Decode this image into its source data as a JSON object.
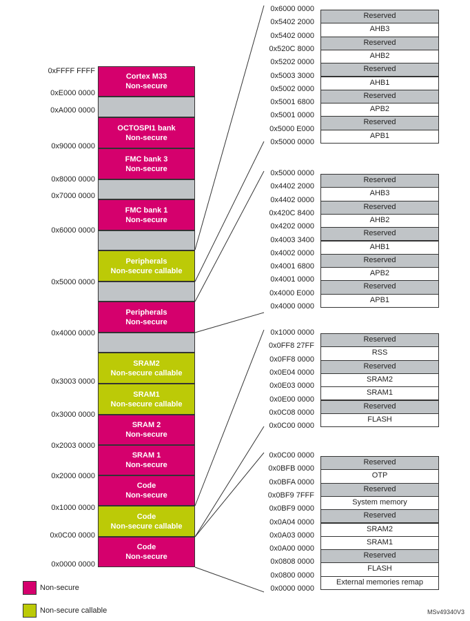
{
  "left_addresses": [
    "0xFFFF FFFF",
    "0xE000 0000",
    "0xA000 0000",
    "0x9000 0000",
    "0x8000 0000",
    "0x7000 0000",
    "0x6000 0000",
    "0x5000 0000",
    "0x4000 0000",
    "0x3003 0000",
    "0x3000 0000",
    "0x2003 0000",
    "0x2000 0000",
    "0x1000 0000",
    "0x0C00 0000",
    "0x0000 0000"
  ],
  "memory_blocks": [
    {
      "line1": "Cortex M33",
      "line2": "Non-secure",
      "kind": "ns"
    },
    {
      "line1": "",
      "line2": "",
      "kind": "gap"
    },
    {
      "line1": "OCTOSPI1 bank",
      "line2": "Non-secure",
      "kind": "ns"
    },
    {
      "line1": "FMC bank 3",
      "line2": "Non-secure",
      "kind": "ns"
    },
    {
      "line1": "",
      "line2": "",
      "kind": "gap"
    },
    {
      "line1": "FMC bank 1",
      "line2": "Non-secure",
      "kind": "ns"
    },
    {
      "line1": "",
      "line2": "",
      "kind": "gap"
    },
    {
      "line1": "Peripherals",
      "line2": "Non-secure callable",
      "kind": "nsc"
    },
    {
      "line1": "",
      "line2": "",
      "kind": "gap"
    },
    {
      "line1": "Peripherals",
      "line2": "Non-secure",
      "kind": "ns"
    },
    {
      "line1": "",
      "line2": "",
      "kind": "gap"
    },
    {
      "line1": "SRAM2",
      "line2": "Non-secure callable",
      "kind": "nsc"
    },
    {
      "line1": "SRAM1",
      "line2": "Non-secure callable",
      "kind": "nsc"
    },
    {
      "line1": "SRAM 2",
      "line2": "Non-secure",
      "kind": "ns"
    },
    {
      "line1": "SRAM 1",
      "line2": "Non-secure",
      "kind": "ns"
    },
    {
      "line1": "Code",
      "line2": "Non-secure",
      "kind": "ns"
    },
    {
      "line1": "Code",
      "line2": "Non-secure callable",
      "kind": "nsc"
    },
    {
      "line1": "Code",
      "line2": "Non-secure",
      "kind": "ns"
    }
  ],
  "detail_groups": [
    {
      "addresses": [
        "0x6000 0000",
        "0x5402 2000",
        "0x5402 0000",
        "0x520C 8000",
        "0x5202 0000",
        "0x5003 3000",
        "0x5002 0000",
        "0x5001 6800",
        "0x5001 0000",
        "0x5000 E000",
        "0x5000 0000"
      ],
      "rows": [
        {
          "label": "Reserved",
          "kind": "res"
        },
        {
          "label": "AHB3",
          "kind": "fill"
        },
        {
          "label": "Reserved",
          "kind": "res"
        },
        {
          "label": "AHB2",
          "kind": "fill"
        },
        {
          "label": "Reserved",
          "kind": "res"
        },
        {
          "label": "AHB1",
          "kind": "fill"
        },
        {
          "label": "Reserved",
          "kind": "res"
        },
        {
          "label": "APB2",
          "kind": "fill"
        },
        {
          "label": "Reserved",
          "kind": "res"
        },
        {
          "label": "APB1",
          "kind": "fill"
        }
      ]
    },
    {
      "addresses": [
        "0x5000 0000",
        "0x4402 2000",
        "0x4402 0000",
        "0x420C 8400",
        "0x4202 0000",
        "0x4003 3400",
        "0x4002 0000",
        "0x4001 6800",
        "0x4001 0000",
        "0x4000 E000",
        "0x4000 0000"
      ],
      "rows": [
        {
          "label": "Reserved",
          "kind": "res"
        },
        {
          "label": "AHB3",
          "kind": "fill"
        },
        {
          "label": "Reserved",
          "kind": "res"
        },
        {
          "label": "AHB2",
          "kind": "fill"
        },
        {
          "label": "Reserved",
          "kind": "res"
        },
        {
          "label": "AHB1",
          "kind": "fill"
        },
        {
          "label": "Reserved",
          "kind": "res"
        },
        {
          "label": "APB2",
          "kind": "fill"
        },
        {
          "label": "Reserved",
          "kind": "res"
        },
        {
          "label": "APB1",
          "kind": "fill"
        }
      ]
    },
    {
      "addresses": [
        "0x1000 0000",
        "0x0FF8 27FF",
        "0x0FF8 0000",
        "0x0E04 0000",
        "0x0E03 0000",
        "0x0E00 0000",
        "0x0C08 0000",
        "0x0C00 0000"
      ],
      "rows": [
        {
          "label": "Reserved",
          "kind": "res"
        },
        {
          "label": "RSS",
          "kind": "fill"
        },
        {
          "label": "Reserved",
          "kind": "res"
        },
        {
          "label": "SRAM2",
          "kind": "fill"
        },
        {
          "label": "SRAM1",
          "kind": "fill"
        },
        {
          "label": "Reserved",
          "kind": "res"
        },
        {
          "label": "FLASH",
          "kind": "fill"
        }
      ]
    },
    {
      "addresses": [
        "0x0C00 0000",
        "0x0BFB 0000",
        "0x0BFA 0000",
        "0x0BF9 7FFF",
        "0x0BF9 0000",
        "0x0A04 0000",
        "0x0A03 0000",
        "0x0A00 0000",
        "0x0808 0000",
        "0x0800 0000",
        "0x0000 0000"
      ],
      "rows": [
        {
          "label": "Reserved",
          "kind": "res"
        },
        {
          "label": "OTP",
          "kind": "fill"
        },
        {
          "label": "Reserved",
          "kind": "res"
        },
        {
          "label": "System memory",
          "kind": "fill"
        },
        {
          "label": "Reserved",
          "kind": "res"
        },
        {
          "label": "SRAM2",
          "kind": "fill"
        },
        {
          "label": "SRAM1",
          "kind": "fill"
        },
        {
          "label": "Reserved",
          "kind": "res"
        },
        {
          "label": "FLASH",
          "kind": "fill"
        },
        {
          "label": "External memories remap",
          "kind": "fill"
        }
      ]
    }
  ],
  "legend": [
    {
      "label": "Non-secure",
      "color": "#d5006d"
    },
    {
      "label": "Non-secure callable",
      "color": "#bcca07"
    }
  ],
  "credit": "MSv49340V3"
}
